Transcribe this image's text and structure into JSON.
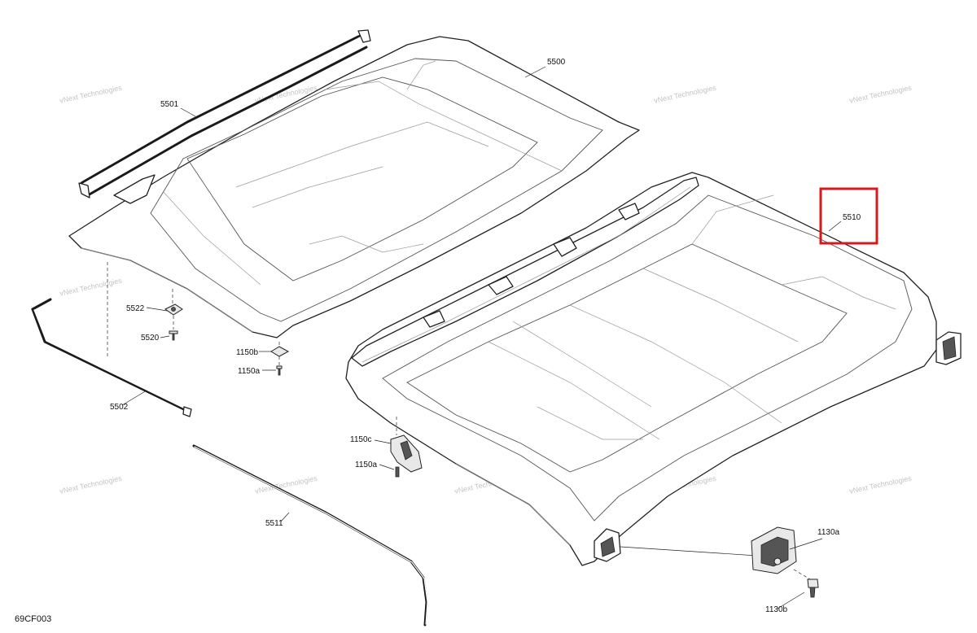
{
  "diagram": {
    "code": "69CF003",
    "watermark_text": "vNext Technologies",
    "highlight_color": "#d7191c",
    "parts": [
      {
        "id": "p5500",
        "label": "5500"
      },
      {
        "id": "p5501",
        "label": "5501"
      },
      {
        "id": "p5502",
        "label": "5502"
      },
      {
        "id": "p5510",
        "label": "5510"
      },
      {
        "id": "p5511",
        "label": "5511"
      },
      {
        "id": "p5522",
        "label": "5522"
      },
      {
        "id": "p5520",
        "label": "5520"
      },
      {
        "id": "p1150b",
        "label": "1150b"
      },
      {
        "id": "p1150a_1",
        "label": "1150a"
      },
      {
        "id": "p1150c",
        "label": "1150c"
      },
      {
        "id": "p1150a_2",
        "label": "1150a"
      },
      {
        "id": "p1130a",
        "label": "1130a"
      },
      {
        "id": "p1130b",
        "label": "1130b"
      }
    ],
    "highlighted_part": "5510"
  }
}
